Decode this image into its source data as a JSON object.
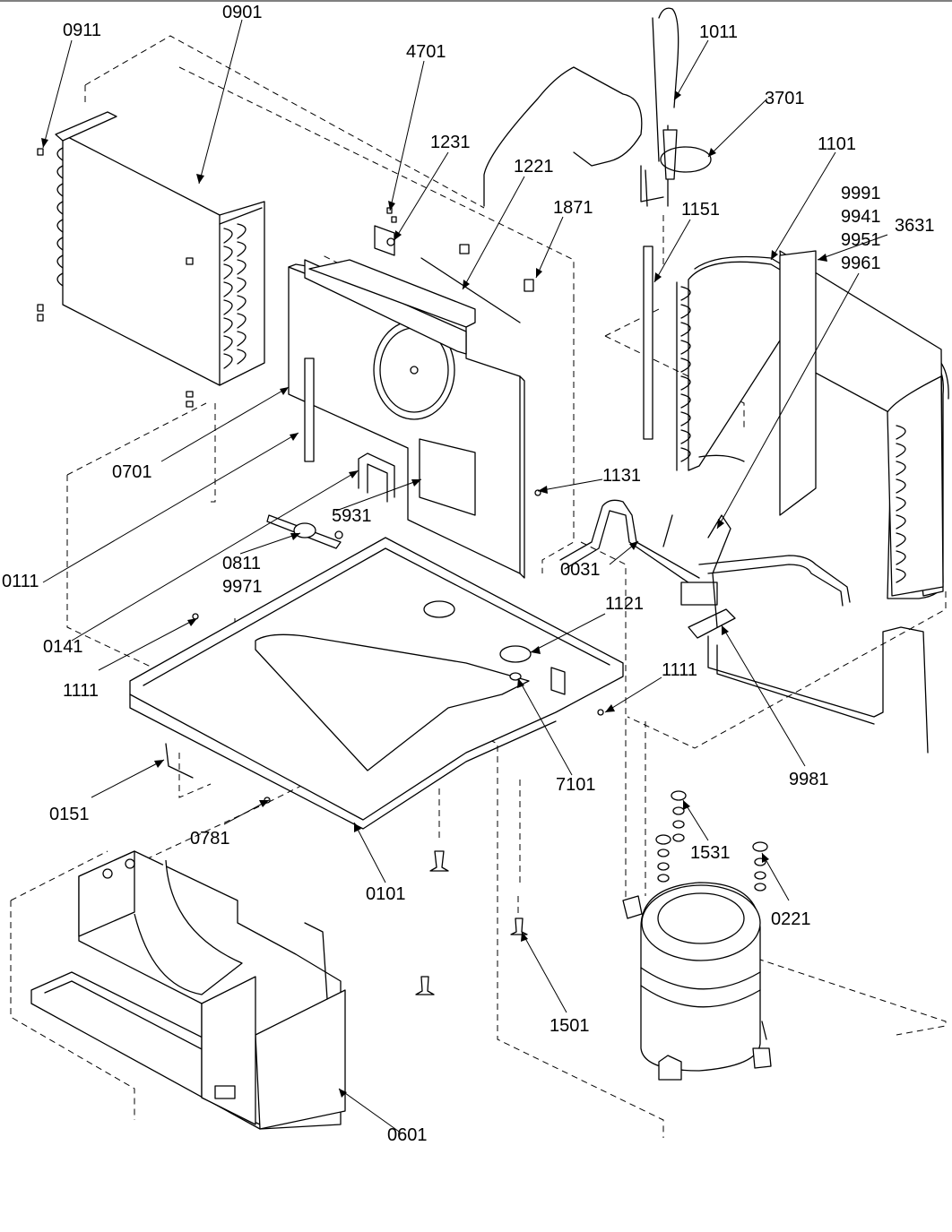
{
  "callouts": {
    "c0901": "0901",
    "c0911": "0911",
    "c4701": "4701",
    "c1231": "1231",
    "c1221": "1221",
    "c1871": "1871",
    "c1011": "1011",
    "c3701": "3701",
    "c1101": "1101",
    "c9991": "9991",
    "c9941": "9941",
    "c9951": "9951",
    "c9961": "9961",
    "c3631": "3631",
    "c1151": "1151",
    "c0701": "0701",
    "c0111": "0111",
    "c5931": "5931",
    "c1131": "1131",
    "c0811": "0811",
    "c9971": "9971",
    "c0031": "0031",
    "c0141": "0141",
    "c1121": "1121",
    "c1111a": "1111",
    "c1111b": "1111",
    "c7101": "7101",
    "c9981": "9981",
    "c0151": "0151",
    "c0781": "0781",
    "c0101": "0101",
    "c1531": "1531",
    "c0221": "0221",
    "c1501": "1501",
    "c0601": "0601"
  }
}
